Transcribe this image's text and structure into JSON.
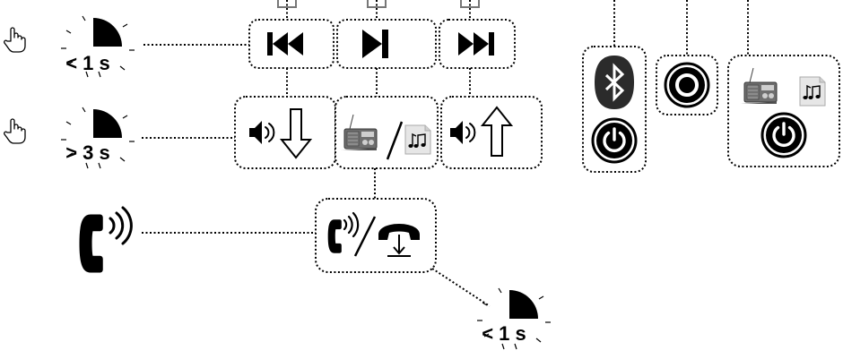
{
  "timers": {
    "short_press": "< 1 s",
    "long_press": "> 3 s",
    "call_hangup_press": "< 1 s"
  },
  "icons": {
    "press_short": "hand-pointer-icon",
    "press_long": "hand-pointer-icon",
    "incoming_call": "ringing-phone-icon",
    "previous_track": "previous-track-icon",
    "play_pause": "play-pause-icon",
    "next_track": "next-track-icon",
    "volume_down": "volume-down-icon",
    "source_toggle": "radio-music-toggle-icon",
    "volume_up": "volume-up-icon",
    "answer_hangup": "answer-hangup-icon",
    "bluetooth": "bluetooth-icon",
    "power": "power-icon",
    "ring_button": "ring-button-icon",
    "radio": "radio-icon",
    "music_file": "music-file-icon"
  },
  "colors": {
    "ink": "#000000",
    "radio_body": "#6f6f6f",
    "music_file_bg": "#e6e6e6"
  }
}
